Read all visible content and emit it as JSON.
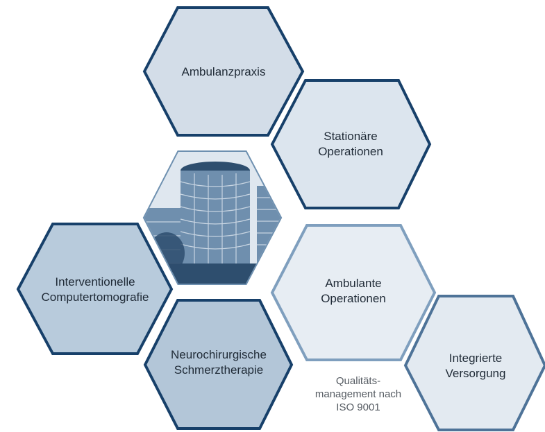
{
  "hexagons": [
    {
      "id": "ambulanzpraxis",
      "label": "Ambulanzpraxis",
      "fill": "#d3dde8",
      "stroke": "#17406a"
    },
    {
      "id": "stationaere-operationen",
      "label": "Stationäre\nOperationen",
      "fill": "#dce5ee",
      "stroke": "#17406a"
    },
    {
      "id": "photo",
      "label": "",
      "fill": "#dbe3ec",
      "stroke": "#6e90b0"
    },
    {
      "id": "ambulante-operationen",
      "label": "Ambulante\nOperationen",
      "fill": "#e7edf3",
      "stroke": "#7f9fbe"
    },
    {
      "id": "interventionelle-ct",
      "label": "Interventionelle\nComputertomografie",
      "fill": "#b8cbdc",
      "stroke": "#17406a"
    },
    {
      "id": "neurochirurgische-schmerztherapie",
      "label": "Neurochirurgische\nSchmerztherapie",
      "fill": "#b3c6d8",
      "stroke": "#17406a"
    },
    {
      "id": "integrierte-versorgung",
      "label": "Integrierte\nVersorgung",
      "fill": "#e3eaf1",
      "stroke": "#4e7398"
    }
  ],
  "footnote": "Qualitäts-\nmanagement nach\nISO 9001",
  "colors": {
    "building": "#6f8fae",
    "building_dark": "#2e4e6e",
    "sky": "#dfe7ef"
  }
}
